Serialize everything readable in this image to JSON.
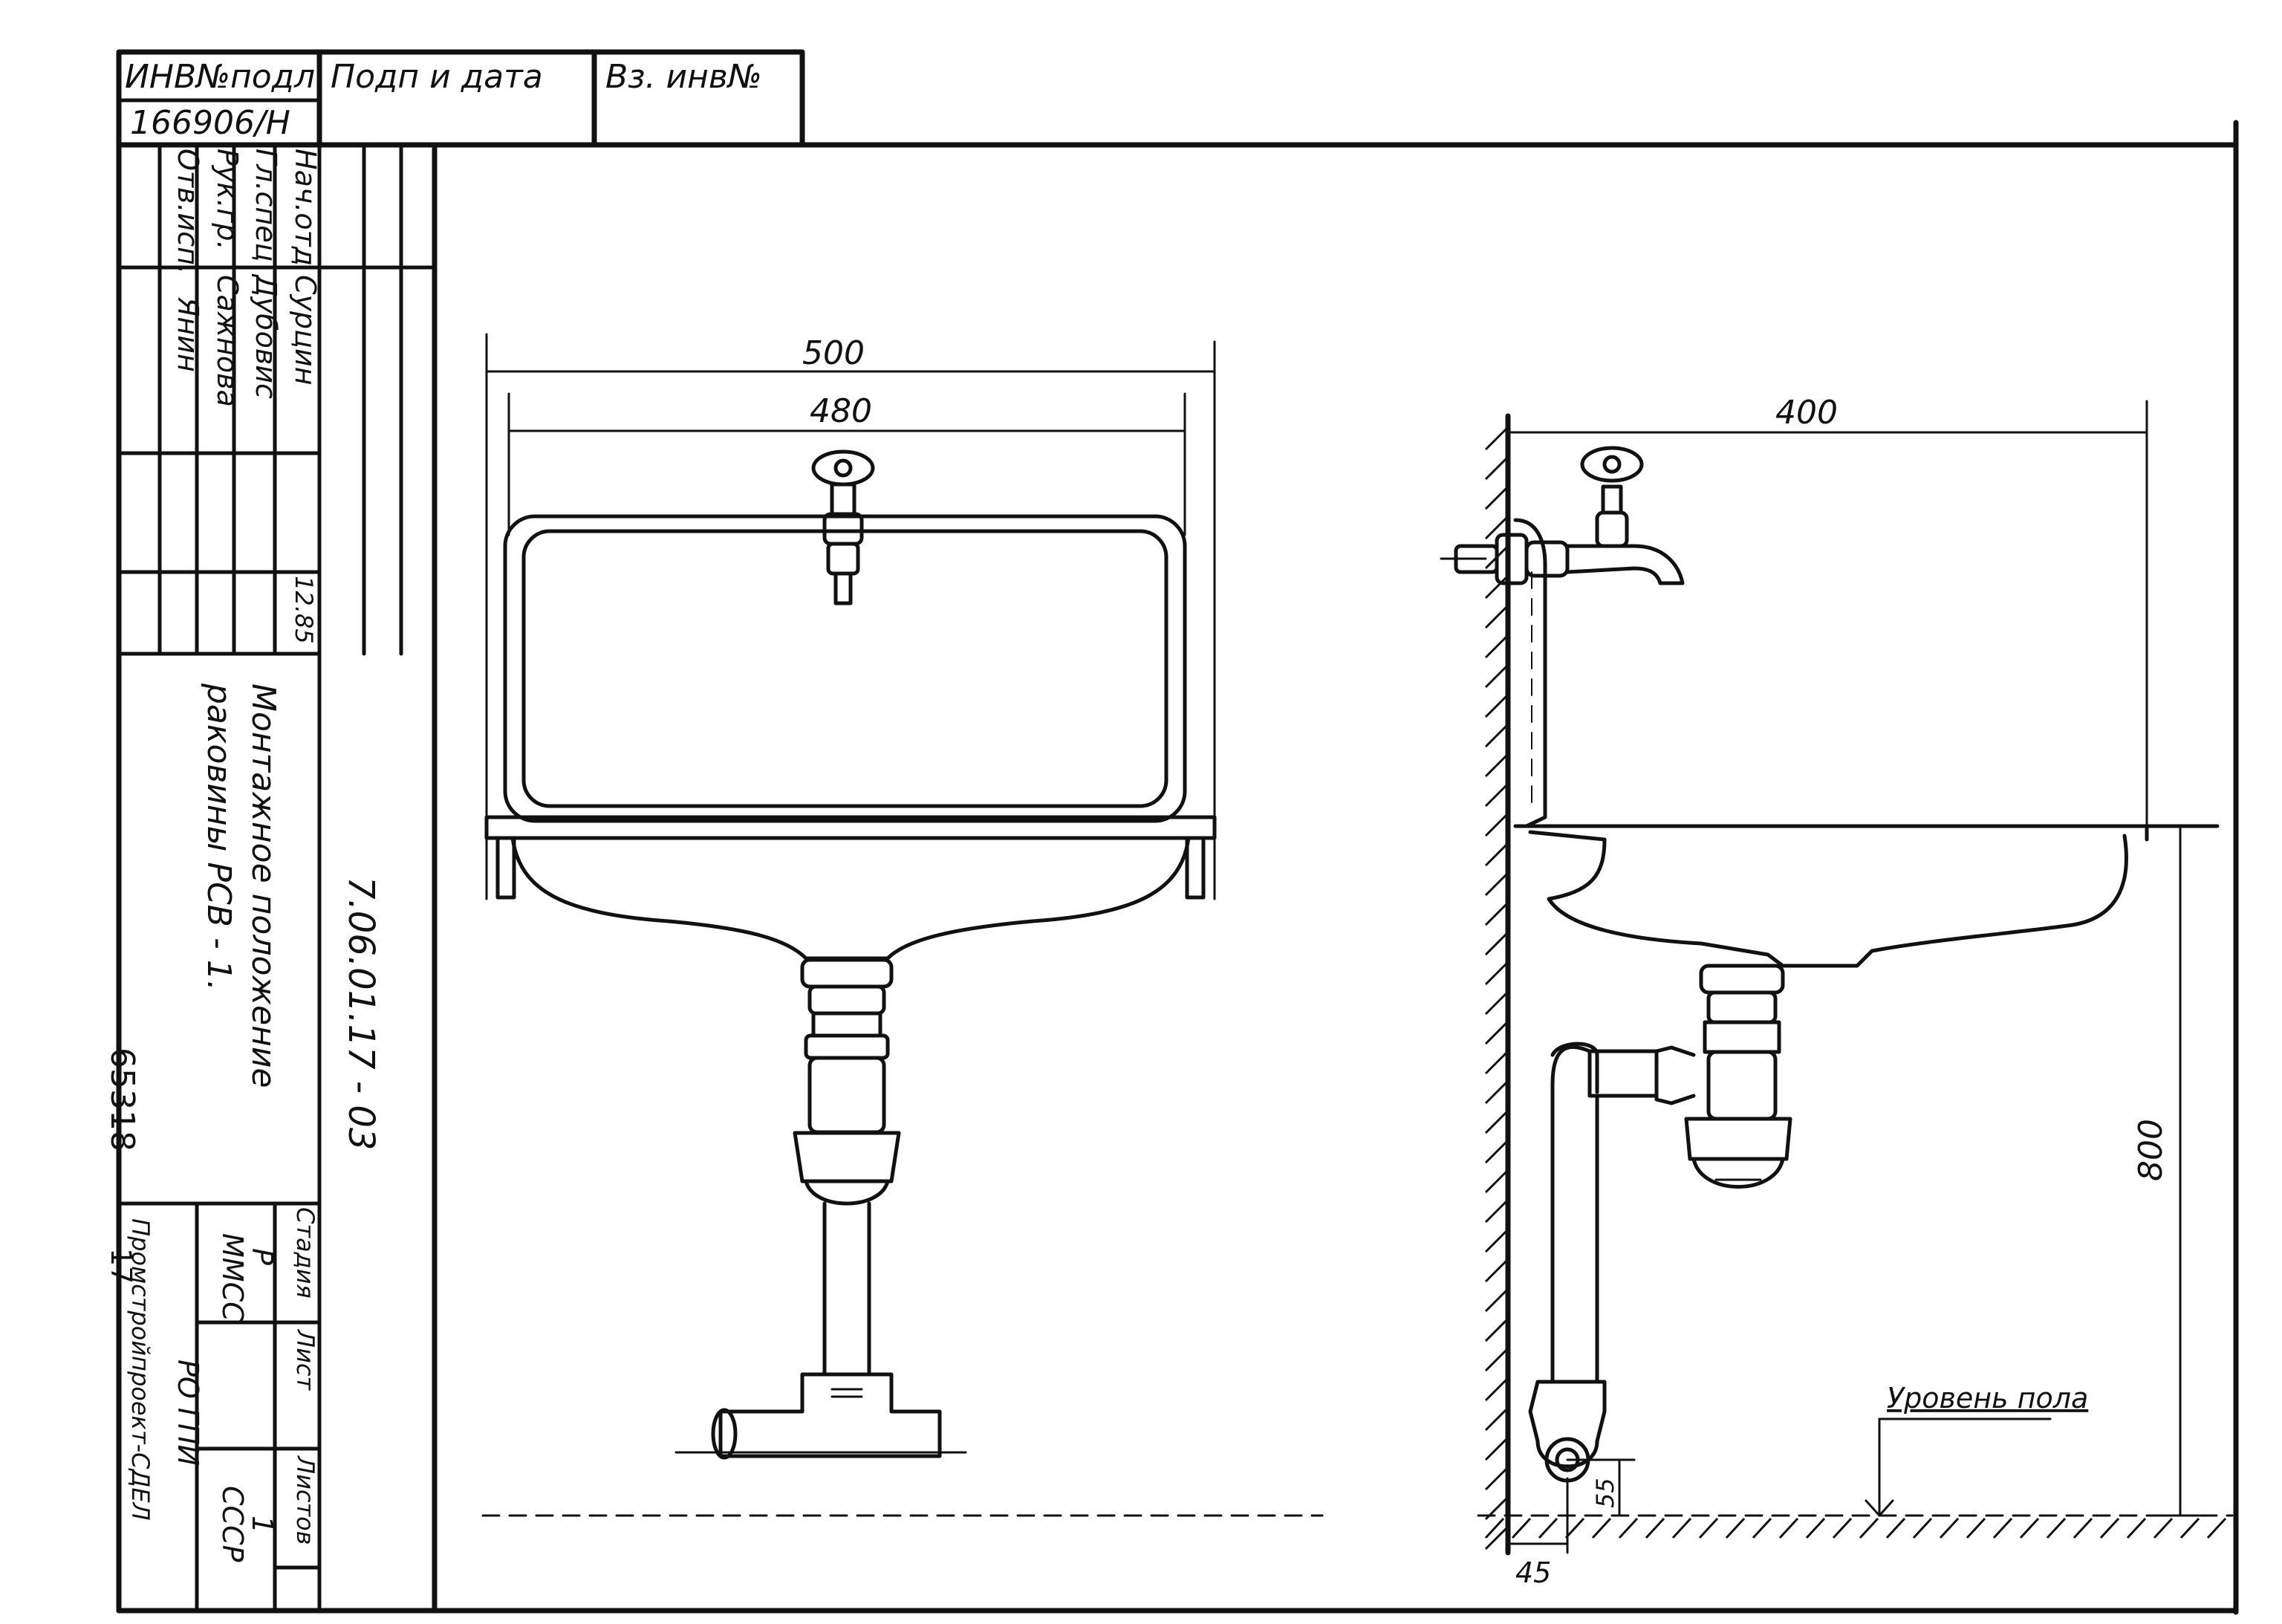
{
  "stamp": {
    "inv_no_label": "ИНВ№подл",
    "inv_no_value": "166906/Н",
    "sign_date_label": "Подп и дата",
    "ref_inv_label": "Вз. инв№",
    "roles": [
      "Нач.отд",
      "Гл.спец",
      "Рук.гр.",
      "Отв.исп."
    ],
    "names": [
      "Сурцин",
      "Дубовис",
      "Сажнова",
      "Янин"
    ],
    "date_fragment": "12.85",
    "title_line1": "Монтажное положение",
    "title_line2": "раковины РСВ - 1.",
    "drawing_code": "7.06.01.17 - 03",
    "stage_label": "Стадия",
    "stage_value": "Р",
    "sheet_label": "Лист",
    "sheet_value": "1",
    "sheets_label": "Листов",
    "org_line1": "ММСС",
    "org_line2": "РО ГПИ",
    "org_line3": "СССР",
    "org_line4": "Промстройпроект-СДЕЛ"
  },
  "margin_number": "65318",
  "margin_sub": "17",
  "front_view": {
    "dim_outer": "500",
    "dim_inner": "480"
  },
  "side_view": {
    "dim_depth": "400",
    "dim_height": "800",
    "dim_wall_offset": "45",
    "dim_outlet_height": "55",
    "floor_level_label": "Уровень пола"
  }
}
